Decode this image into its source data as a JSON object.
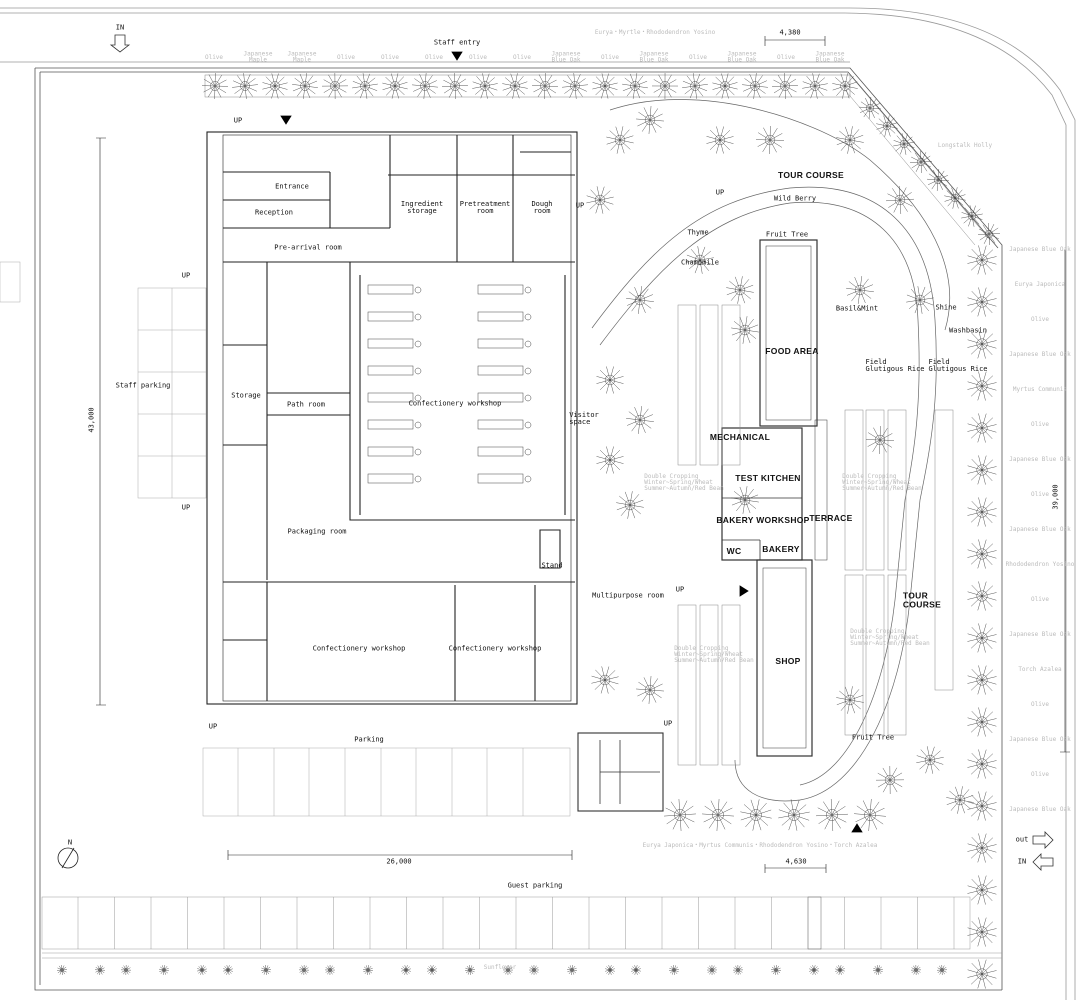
{
  "title": "Site plan - confectionery factory with tour garden",
  "entries": {
    "in_top": "IN",
    "staff_entry": "Staff entry",
    "out_right": "out",
    "in_right": "IN",
    "north": "N",
    "up": "UP"
  },
  "dimensions": {
    "top_width": "4,380",
    "bottom_width": "4,630",
    "building_width": "26,000",
    "building_depth": "43,000",
    "garden_depth": "39,000"
  },
  "rooms": {
    "entrance": "Entrance",
    "reception": "Reception",
    "pre_arrival": "Pre-arrival room",
    "ingredient_storage": "Ingredient storage",
    "pretreatment": "Pretreatment room",
    "dough": "Dough room",
    "storage": "Storage",
    "path_room": "Path room",
    "confectionery_main": "Confectionery workshop",
    "packaging": "Packaging room",
    "confectionery_left": "Confectionery workshop",
    "confectionery_right": "Confectionery workshop",
    "stand": "Stand",
    "visitor_space": "Visitor\nspace",
    "multipurpose": "Multipurpose room"
  },
  "garden": {
    "tour_course_top": "TOUR COURSE",
    "tour_course_right": "TOUR\nCOURSE",
    "food_area": "FOOD AREA",
    "mechanical": "MECHANICAL",
    "test_kitchen": "TEST KITCHEN",
    "bakery_workshop": "BAKERY WORKSHOP",
    "terrace": "TERRACE",
    "wc": "WC",
    "bakery": "BAKERY",
    "shop": "SHOP",
    "fruit_tree_1": "Fruit Tree",
    "fruit_tree_2": "Fruit Tree",
    "shine": "Shine",
    "washbasin": "Washbasin",
    "field_1": "Field\nGlutigous Rice",
    "field_2": "Field\nGlutigous Rice",
    "chamomile": "Chamomile",
    "wild_berry": "Wild Berry",
    "thyme": "Thyme",
    "basil_mint": "Basil&Mint",
    "double_cropping": "Double Cropping\nWinter~Spring/Wheat\nSummer~Autumn/Red Bean"
  },
  "parking": {
    "staff": "Staff parking",
    "parking": "Parking",
    "guest": "Guest parking"
  },
  "plants": {
    "top_row": [
      "Olive",
      "Japanese Maple",
      "Japanese Maple",
      "Olive",
      "Olive",
      "Olive",
      "Olive",
      "Olive",
      "Japanese Blue Oak",
      "Olive",
      "Japanese Blue Oak",
      "Olive",
      "Japanese Blue Oak",
      "Olive",
      "Japanese Blue Oak"
    ],
    "top_hedge": "Eurya・Myrtle・Rhododendron Yosino",
    "right_col": [
      "Japanese Blue Oak",
      "Eurya Japonica",
      "Olive",
      "Japanese Blue Oak",
      "Myrtus Communis",
      "Olive",
      "Japanese Blue Oak",
      "Olive",
      "Japanese Blue Oak",
      "Rhododendron Yosino",
      "Olive",
      "Japanese Blue Oak",
      "Torch Azalea",
      "Olive",
      "Japanese Blue Oak",
      "Olive",
      "Japanese Blue Oak"
    ],
    "bottom_hedge": "Eurya Japonica・Myrtus Communis・Rhododendron Yosino・Torch Azalea",
    "sunflower": "Sunflower",
    "longstalk_holly": "Longstalk Holly"
  }
}
